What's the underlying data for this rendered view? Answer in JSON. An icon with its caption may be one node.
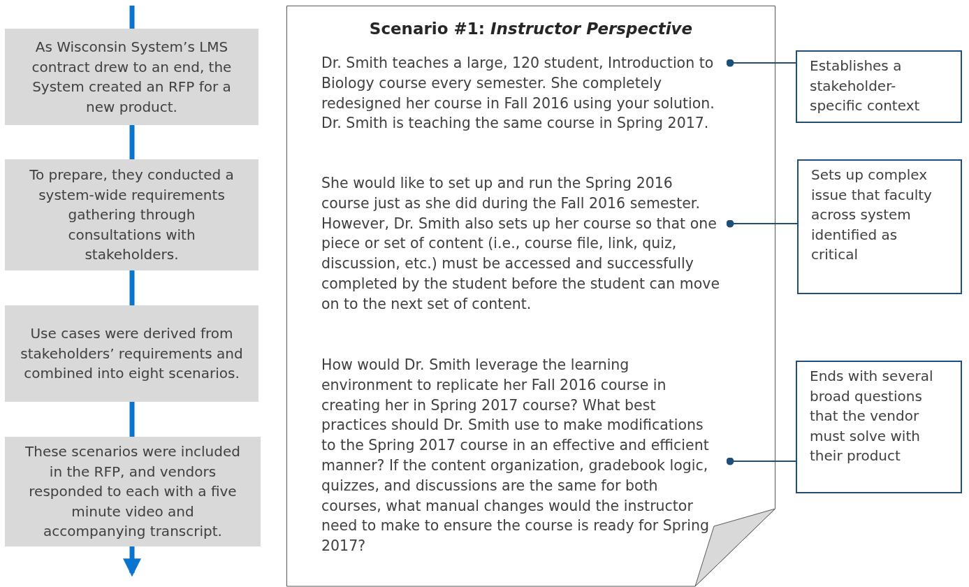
{
  "diagram": {
    "nodes": [
      {
        "text": [
          "As Wisconsin System’s LMS contract drew to an end, the System created an RFP for a new product."
        ]
      },
      {
        "text": [
          "To prepare, they conducted a system-wide requirements gathering through consultations with stakeholders."
        ]
      },
      {
        "text": [
          "Use cases were derived from stakeholders’ requirements and combined into eight scenarios."
        ]
      },
      {
        "text": [
          "These scenarios were included in the RFP, and vendors responded to each with a five minute video and accompanying transcript."
        ]
      },
      {
        "text": [
          "Scenario #1: *Instructor Perspective*"
        ]
      },
      {
        "text": [
          "Dr. Smith teaches a large, 120 student, Introduction to Biology course every semester. She completely redesigned her course in Fall 2016 using your solution.  Dr. Smith is teaching the same course in Spring 2017."
        ],
        "in": 4
      },
      {
        "text": [
          "She would like to set up and run the Spring 2016 course just as she did during the Fall 2016 semester. However, Dr. Smith also sets up her course so that one piece or set of content (i.e., course file, link, quiz, discussion, etc.) must be accessed and successfully completed by the student before the student can move on to the next set of content."
        ],
        "in": 4
      },
      {
        "text": [
          "How would Dr. Smith leverage the learning environment to replicate her Fall 2016 course in creating her in Spring 2017 course?  What best practices should Dr. Smith use to make modifications to the Spring 2017 course in an effective and efficient manner?  If the content organization, gradebook logic, quizzes, and discussions are the same for both courses, what manual changes would the instructor need to make to ensure the course is ready for Spring 2017?"
        ],
        "in": 4
      },
      {
        "text": [
          "Establishes a stakeholder-specific context"
        ]
      },
      {
        "text": [
          "Sets up complex issue that faculty across system identified as critical"
        ]
      },
      {
        "text": [
          "Ends with several broad questions that the vendor must solve with their product"
        ]
      }
    ],
    "edges": [
      {
        "from": null,
        "to": 0,
        "arrow": "none"
      },
      {
        "from": 0,
        "to": 1,
        "arrow": "none"
      },
      {
        "from": 1,
        "to": 2,
        "arrow": "none"
      },
      {
        "from": 2,
        "to": 3,
        "arrow": "none"
      },
      {
        "from": 3,
        "to": null,
        "arrow": "to"
      },
      {
        "from": 8,
        "to": 5,
        "arrow": "other",
        "color": "#1f4e79"
      },
      {
        "from": 9,
        "to": 6,
        "arrow": "other",
        "color": "#1f4e79"
      },
      {
        "from": 10,
        "to": 7,
        "arrow": "other",
        "color": "#1f4e79"
      }
    ]
  }
}
